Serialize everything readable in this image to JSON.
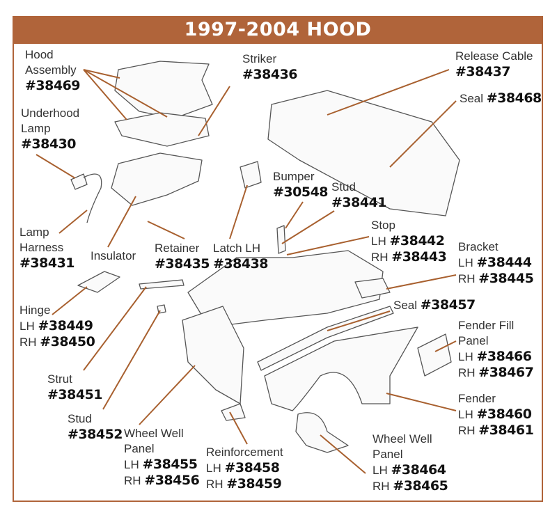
{
  "title": "1997-2004 HOOD",
  "colors": {
    "accent": "#b0643a",
    "leader": "#a8602f",
    "sketch": "#555555"
  },
  "labels": [
    {
      "id": "hood-assembly",
      "lines": [
        [
          {
            "t": "Hood"
          }
        ],
        [
          {
            "t": "Assembly"
          }
        ],
        [
          {
            "t": "#38469",
            "b": true
          }
        ]
      ]
    },
    {
      "id": "striker",
      "lines": [
        [
          {
            "t": "Striker"
          }
        ],
        [
          {
            "t": "#38436",
            "b": true
          }
        ]
      ]
    },
    {
      "id": "release-cable",
      "lines": [
        [
          {
            "t": "Release Cable"
          }
        ],
        [
          {
            "t": "#38437",
            "b": true
          }
        ]
      ]
    },
    {
      "id": "seal-38468",
      "lines": [
        [
          {
            "t": "Seal "
          },
          {
            "t": "#38468",
            "b": true
          }
        ]
      ]
    },
    {
      "id": "underhood-lamp",
      "lines": [
        [
          {
            "t": "Underhood"
          }
        ],
        [
          {
            "t": "Lamp"
          }
        ],
        [
          {
            "t": "#38430",
            "b": true
          }
        ]
      ]
    },
    {
      "id": "bumper",
      "lines": [
        [
          {
            "t": "Bumper"
          }
        ],
        [
          {
            "t": "#30548",
            "b": true
          }
        ]
      ]
    },
    {
      "id": "stud-38441",
      "lines": [
        [
          {
            "t": "Stud"
          }
        ],
        [
          {
            "t": "#38441",
            "b": true
          }
        ]
      ]
    },
    {
      "id": "lamp-harness",
      "lines": [
        [
          {
            "t": "Lamp"
          }
        ],
        [
          {
            "t": "Harness"
          }
        ],
        [
          {
            "t": "#38431",
            "b": true
          }
        ]
      ]
    },
    {
      "id": "insulator",
      "lines": [
        [
          {
            "t": "Insulator"
          }
        ]
      ]
    },
    {
      "id": "retainer",
      "lines": [
        [
          {
            "t": "Retainer"
          }
        ],
        [
          {
            "t": "#38435",
            "b": true
          }
        ]
      ]
    },
    {
      "id": "latch",
      "lines": [
        [
          {
            "t": "Latch LH"
          }
        ],
        [
          {
            "t": "#38438",
            "b": true
          }
        ]
      ]
    },
    {
      "id": "stop",
      "lines": [
        [
          {
            "t": "Stop"
          }
        ],
        [
          {
            "t": "LH "
          },
          {
            "t": "#38442",
            "b": true
          }
        ],
        [
          {
            "t": "RH "
          },
          {
            "t": "#38443",
            "b": true
          }
        ]
      ]
    },
    {
      "id": "bracket",
      "lines": [
        [
          {
            "t": "Bracket"
          }
        ],
        [
          {
            "t": "LH "
          },
          {
            "t": "#38444",
            "b": true
          }
        ],
        [
          {
            "t": "RH "
          },
          {
            "t": "#38445",
            "b": true
          }
        ]
      ]
    },
    {
      "id": "hinge",
      "lines": [
        [
          {
            "t": "Hinge"
          }
        ],
        [
          {
            "t": "LH "
          },
          {
            "t": "#38449",
            "b": true
          }
        ],
        [
          {
            "t": "RH "
          },
          {
            "t": "#38450",
            "b": true
          }
        ]
      ]
    },
    {
      "id": "seal-38457",
      "lines": [
        [
          {
            "t": "Seal "
          },
          {
            "t": "#38457",
            "b": true
          }
        ]
      ]
    },
    {
      "id": "fender-fill-panel",
      "lines": [
        [
          {
            "t": "Fender Fill"
          }
        ],
        [
          {
            "t": "Panel"
          }
        ],
        [
          {
            "t": "LH "
          },
          {
            "t": "#38466",
            "b": true
          }
        ],
        [
          {
            "t": "RH "
          },
          {
            "t": "#38467",
            "b": true
          }
        ]
      ]
    },
    {
      "id": "strut",
      "lines": [
        [
          {
            "t": "Strut"
          }
        ],
        [
          {
            "t": "#38451",
            "b": true
          }
        ]
      ]
    },
    {
      "id": "fender",
      "lines": [
        [
          {
            "t": "Fender"
          }
        ],
        [
          {
            "t": "LH "
          },
          {
            "t": "#38460",
            "b": true
          }
        ],
        [
          {
            "t": "RH "
          },
          {
            "t": "#38461",
            "b": true
          }
        ]
      ]
    },
    {
      "id": "stud-38452",
      "lines": [
        [
          {
            "t": "Stud"
          }
        ],
        [
          {
            "t": "#38452",
            "b": true
          }
        ]
      ]
    },
    {
      "id": "wheel-well-panel-38455",
      "lines": [
        [
          {
            "t": "Wheel Well"
          }
        ],
        [
          {
            "t": "Panel"
          }
        ],
        [
          {
            "t": "LH "
          },
          {
            "t": "#38455",
            "b": true
          }
        ],
        [
          {
            "t": "RH "
          },
          {
            "t": "#38456",
            "b": true
          }
        ]
      ]
    },
    {
      "id": "reinforcement",
      "lines": [
        [
          {
            "t": "Reinforcement"
          }
        ],
        [
          {
            "t": "LH "
          },
          {
            "t": "#38458",
            "b": true
          }
        ],
        [
          {
            "t": "RH "
          },
          {
            "t": "#38459",
            "b": true
          }
        ]
      ]
    },
    {
      "id": "wheel-well-panel-38464",
      "lines": [
        [
          {
            "t": "Wheel Well"
          }
        ],
        [
          {
            "t": "Panel"
          }
        ],
        [
          {
            "t": "LH "
          },
          {
            "t": "#38464",
            "b": true
          }
        ],
        [
          {
            "t": "RH "
          },
          {
            "t": "#38465",
            "b": true
          }
        ]
      ]
    }
  ]
}
